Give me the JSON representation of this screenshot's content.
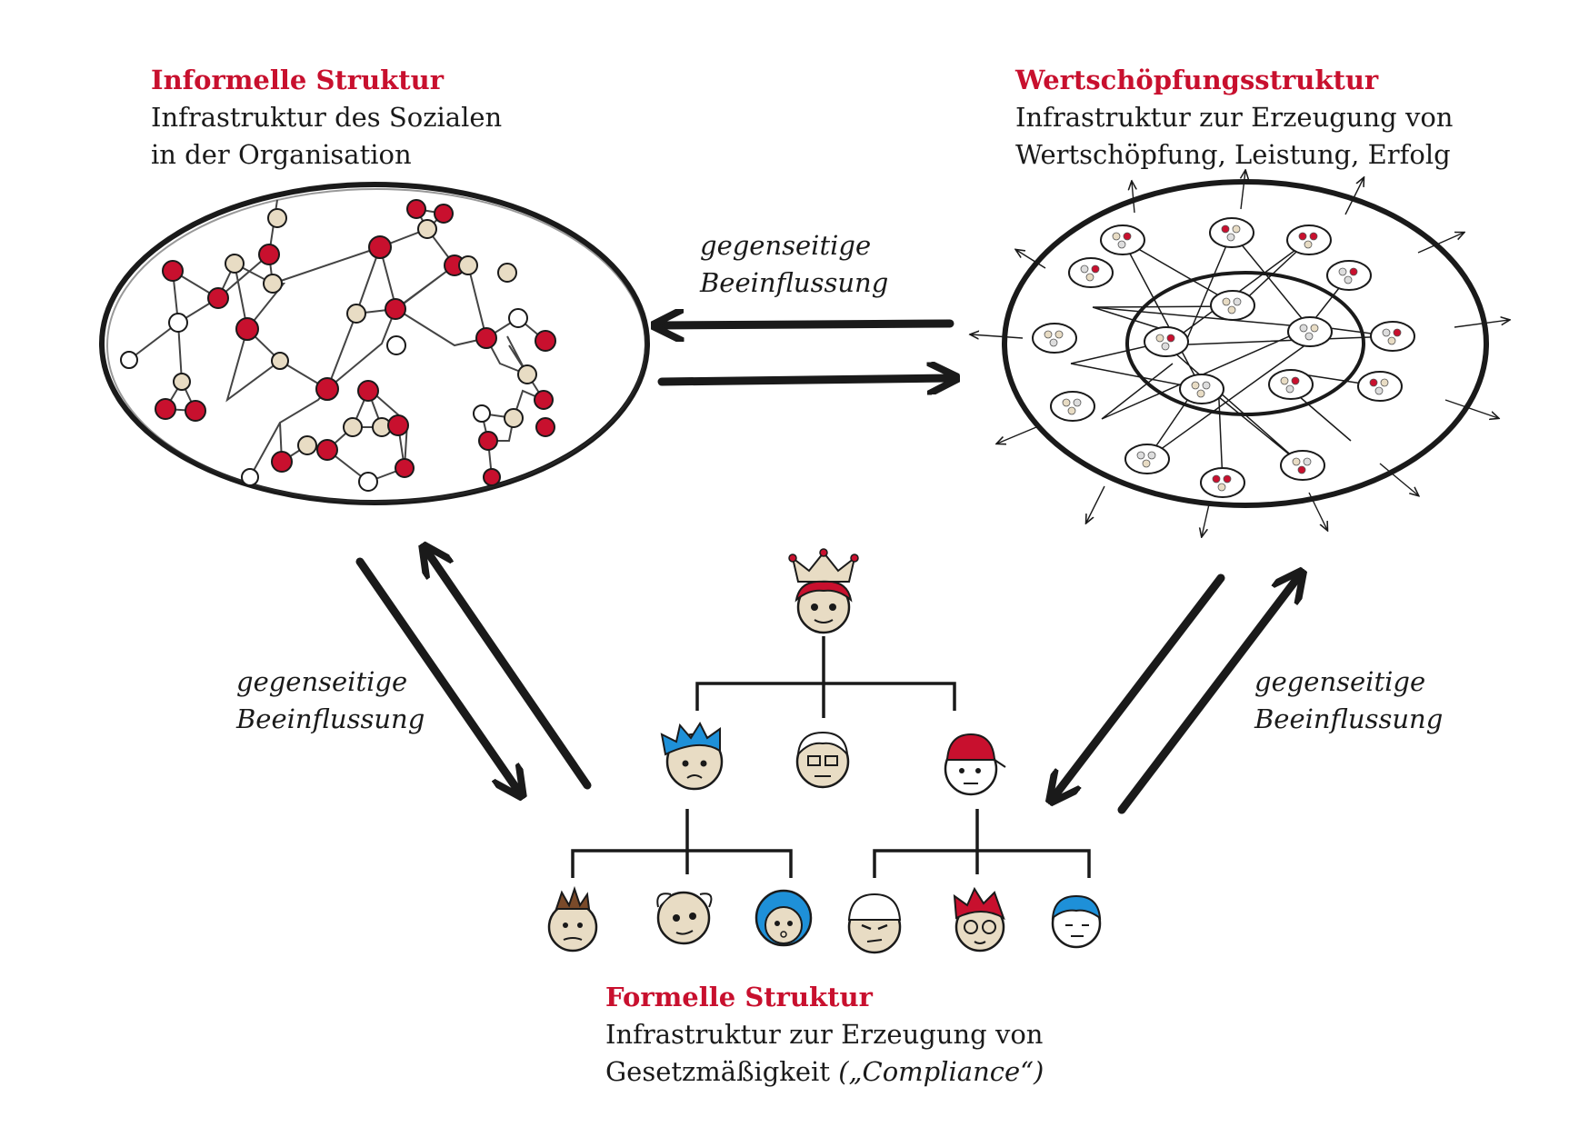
{
  "informal": {
    "title": "Informelle Struktur",
    "line1": "Infrastruktur des Sozialen",
    "line2": "in der Organisation"
  },
  "value": {
    "title": "Wertschöpfungsstruktur",
    "line1": "Infrastruktur zur Erzeugung von",
    "line2": "Wertschöpfung, Leistung, Erfolg"
  },
  "formal": {
    "title": "Formelle Struktur",
    "line1": "Infrastruktur zur Erzeugung von",
    "line2_plain": "Gesetzmäßigkeit ",
    "line2_italic": "(„Compliance“)"
  },
  "influence_label": {
    "top_line1": "gegenseitige",
    "top_line2": "Beeinflussung",
    "left_line1": "gegenseitige",
    "left_line2": "Beeinflussung",
    "right_line1": "gegenseitige",
    "right_line2": "Beeinflussung"
  },
  "colors": {
    "accent": "#c8102e",
    "face": "#e8dcc4",
    "ink": "#1a1a1a"
  }
}
